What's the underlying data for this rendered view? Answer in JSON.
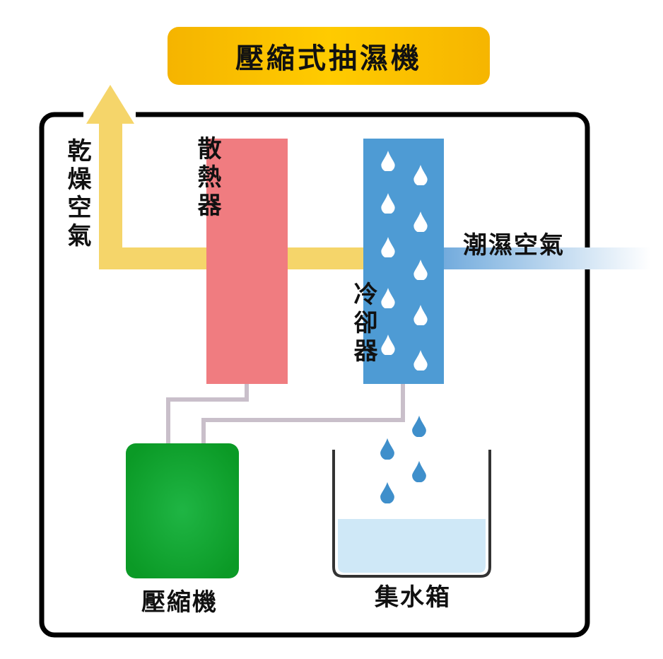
{
  "title": "壓縮式抽濕機",
  "labels": {
    "dry_air": "乾燥空氣",
    "condenser": "散熱器",
    "evaporator": "冷卻器",
    "humid_air": "潮濕空氣",
    "compressor": "壓縮機",
    "water_tank": "集水箱"
  },
  "colors": {
    "title_bg": "#ffc400",
    "dry_air_arrow": "#f5d56a",
    "condenser": "#f07c80",
    "evaporator": "#4e9bd4",
    "humid_air": "#a9cfee",
    "compressor": "#12a12e",
    "water": "#cfe8f7",
    "pipe": "#c9bfca"
  }
}
